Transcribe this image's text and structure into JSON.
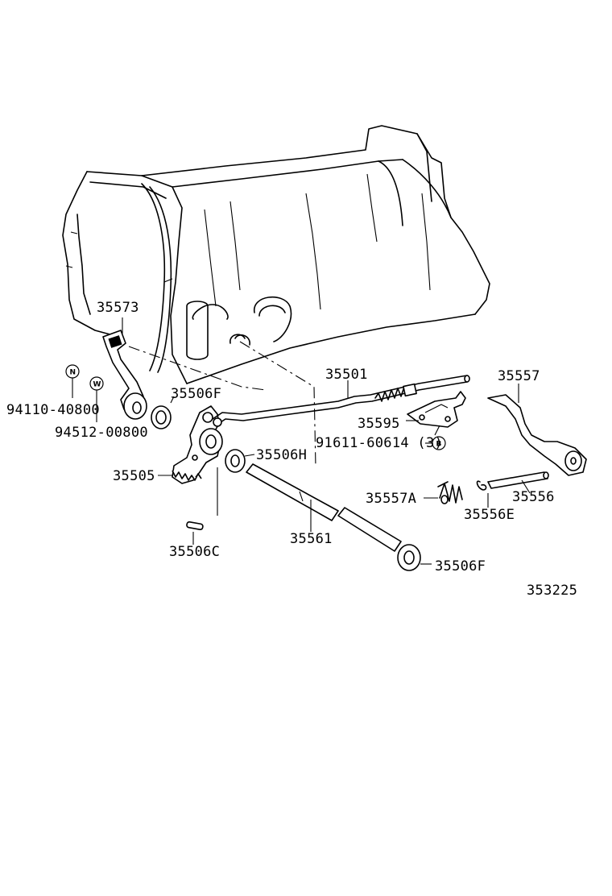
{
  "labels": {
    "p35573": "35573",
    "p35506F_top": "35506F",
    "p35501": "35501",
    "p35557": "35557",
    "p35595": "35595",
    "p91611": "91611-60614 (3)",
    "p94110": "94110-40800",
    "p94512": "94512-00800",
    "p35505": "35505",
    "p35506H": "35506H",
    "p35557A": "35557A",
    "p35556": "35556",
    "p35556E": "35556E",
    "p35506C": "35506C",
    "p35561": "35561",
    "p35506F_bottom": "35506F",
    "figure_number": "353225"
  },
  "symbols": {
    "n": "N",
    "w": "W",
    "b": "B"
  }
}
